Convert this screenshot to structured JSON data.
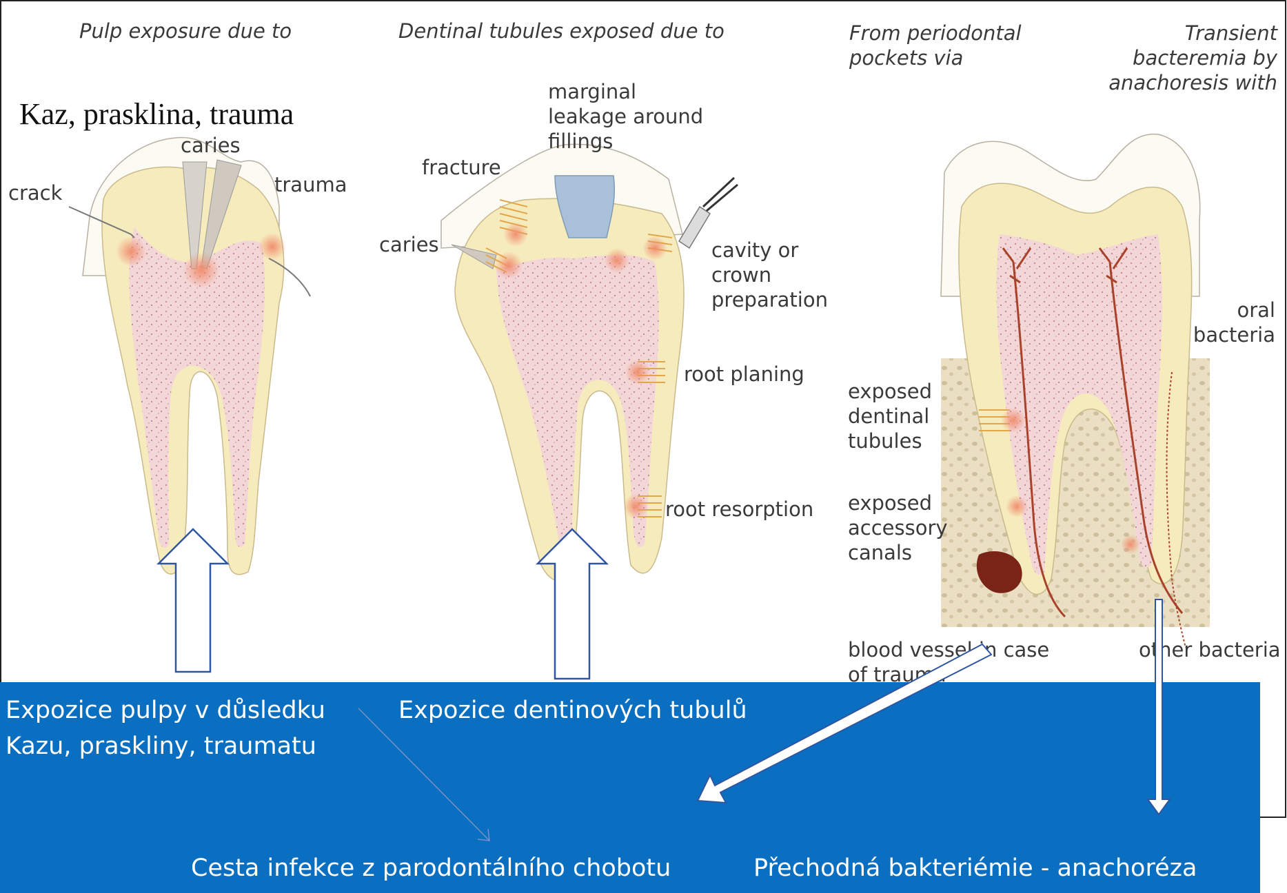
{
  "headings": {
    "pulp": "Pulp exposure due to",
    "dentinal": "Dentinal tubules exposed due to",
    "periodontal": "From periodontal pockets via",
    "transient": "Transient bacteremia by anachoresis with"
  },
  "overlay_title": "Kaz, prasklina, trauma",
  "tooth1_labels": {
    "caries": "caries",
    "crack": "crack",
    "trauma": "trauma"
  },
  "tooth2_labels": {
    "marginal": "marginal leakage around fillings",
    "fracture": "fracture",
    "caries": "caries",
    "cavity": "cavity or crown preparation",
    "root_planing": "root planing",
    "root_resorption": "root resorption"
  },
  "tooth3_labels": {
    "oral_bacteria": "oral bacteria",
    "tubules": "exposed dentinal tubules",
    "accessory": "exposed accessory canals",
    "blood_vessel": "blood vessel in case of trauma",
    "other_bacteria": "other bacteria"
  },
  "captions": {
    "pulp": "Expozice pulpy v důsledku Kazu, praskliny, traumatu",
    "dentinal": "Expozice dentinových tubulů",
    "periodontal": "Cesta infekce z parodontálního chobotu",
    "transient": "Přechodná bakteriémie - anachoréza"
  },
  "colors": {
    "panel": "#0a6fc0",
    "enamel": "#fbfaf3",
    "dentin": "#f6ebbd",
    "pulp": "#f3d9d7",
    "bone": "#e8dcc0",
    "vessel": "#a8422a"
  }
}
